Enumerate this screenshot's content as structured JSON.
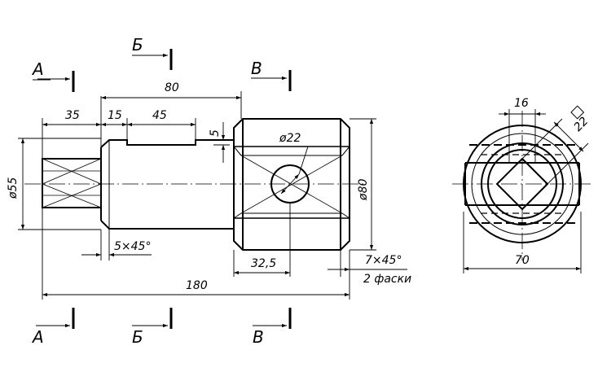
{
  "sections": {
    "a": "А",
    "b": "Б",
    "v": "В"
  },
  "dims": {
    "d80_top": "80",
    "d35": "35",
    "d15": "15",
    "d45": "45",
    "d5": "5",
    "dia55": "ø55",
    "dia22": "ø22",
    "dia80": "ø80",
    "ch5x45": "5×45°",
    "d32_5": "32,5",
    "ch7x45": "7×45°",
    "two_chamfers": "2 фаски",
    "d180": "180",
    "d16": "16",
    "sq22": "22",
    "d70": "70"
  }
}
